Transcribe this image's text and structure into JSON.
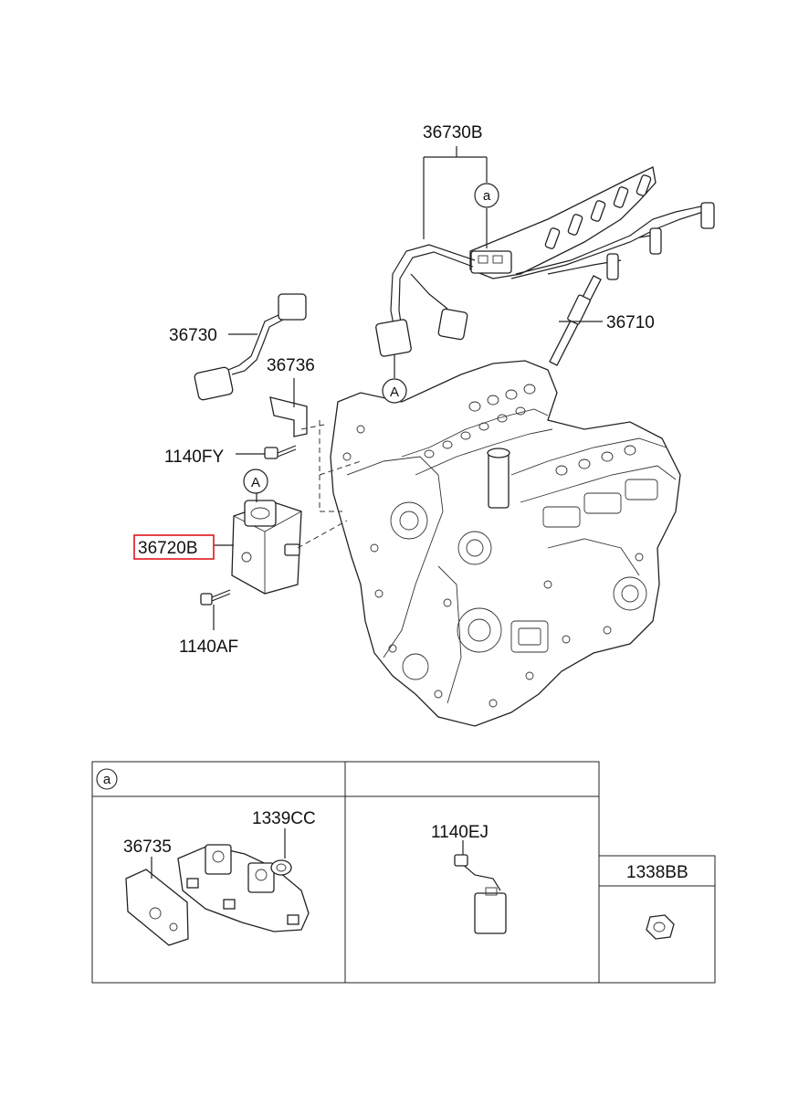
{
  "callouts": {
    "wiring_harness": "36730B",
    "connector_sensor": "36730",
    "bracket": "36736",
    "bolt_upper": "1140FY",
    "control_unit": "36720B",
    "bolt_lower": "1140AF",
    "glow_plug": "36710"
  },
  "reference_marks": {
    "circle_a_small": "a",
    "circle_A_upper": "A",
    "circle_A_lower": "A"
  },
  "table": {
    "header_ref": "a",
    "cell1": {
      "part_a": "36735",
      "part_b": "1339CC"
    },
    "cell2": {
      "part": "1140EJ"
    },
    "cell3": {
      "part": "1338BB"
    }
  },
  "highlight": {
    "part": "36720B",
    "color": "#e0141e"
  }
}
